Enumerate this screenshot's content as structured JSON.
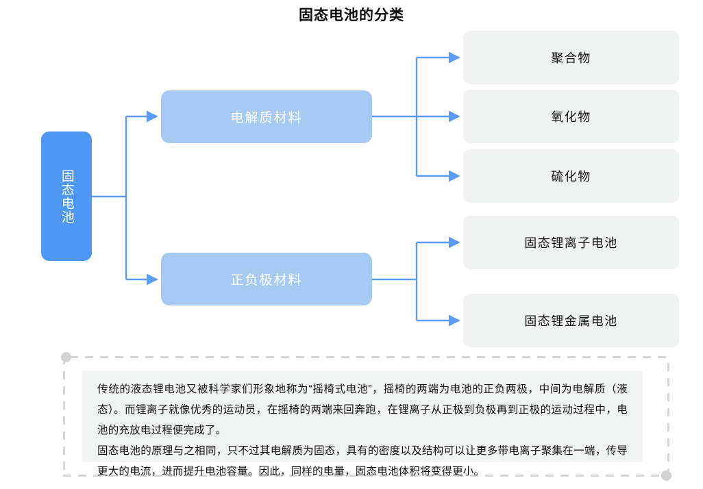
{
  "title": "固态电池的分类",
  "colors": {
    "root_fill": "#4e97f3",
    "mid_fill": "#a7caf4",
    "leaf_fill": "#f1f2f2",
    "connector": "#5b9bf5",
    "dash_frame": "#d4d5d7",
    "note_fill": "#f2f3f3"
  },
  "nodes": {
    "root": {
      "label": "固态电池"
    },
    "mid": [
      {
        "label": "电解质材料"
      },
      {
        "label": "正负极材料"
      }
    ],
    "leaves": [
      {
        "label": "聚合物"
      },
      {
        "label": "氧化物"
      },
      {
        "label": "硫化物"
      },
      {
        "label": "固态锂离子电池"
      },
      {
        "label": "固态锂金属电池"
      }
    ]
  },
  "note": {
    "paragraph1": "传统的液态锂电池又被科学家们形象地称为“摇椅式电池”，摇椅的两端为电池的正负两极，中间为电解质（液态）。而锂离子就像优秀的运动员，在摇椅的两端来回奔跑，在锂离子从正极到负极再到正极的运动过程中，电池的充放电过程便完成了。",
    "paragraph2": "固态电池的原理与之相同，只不过其电解质为固态，具有的密度以及结构可以让更多带电离子聚集在一端，传导更大的电流，进而提升电池容量。因此，同样的电量，固态电池体积将变得更小。"
  }
}
